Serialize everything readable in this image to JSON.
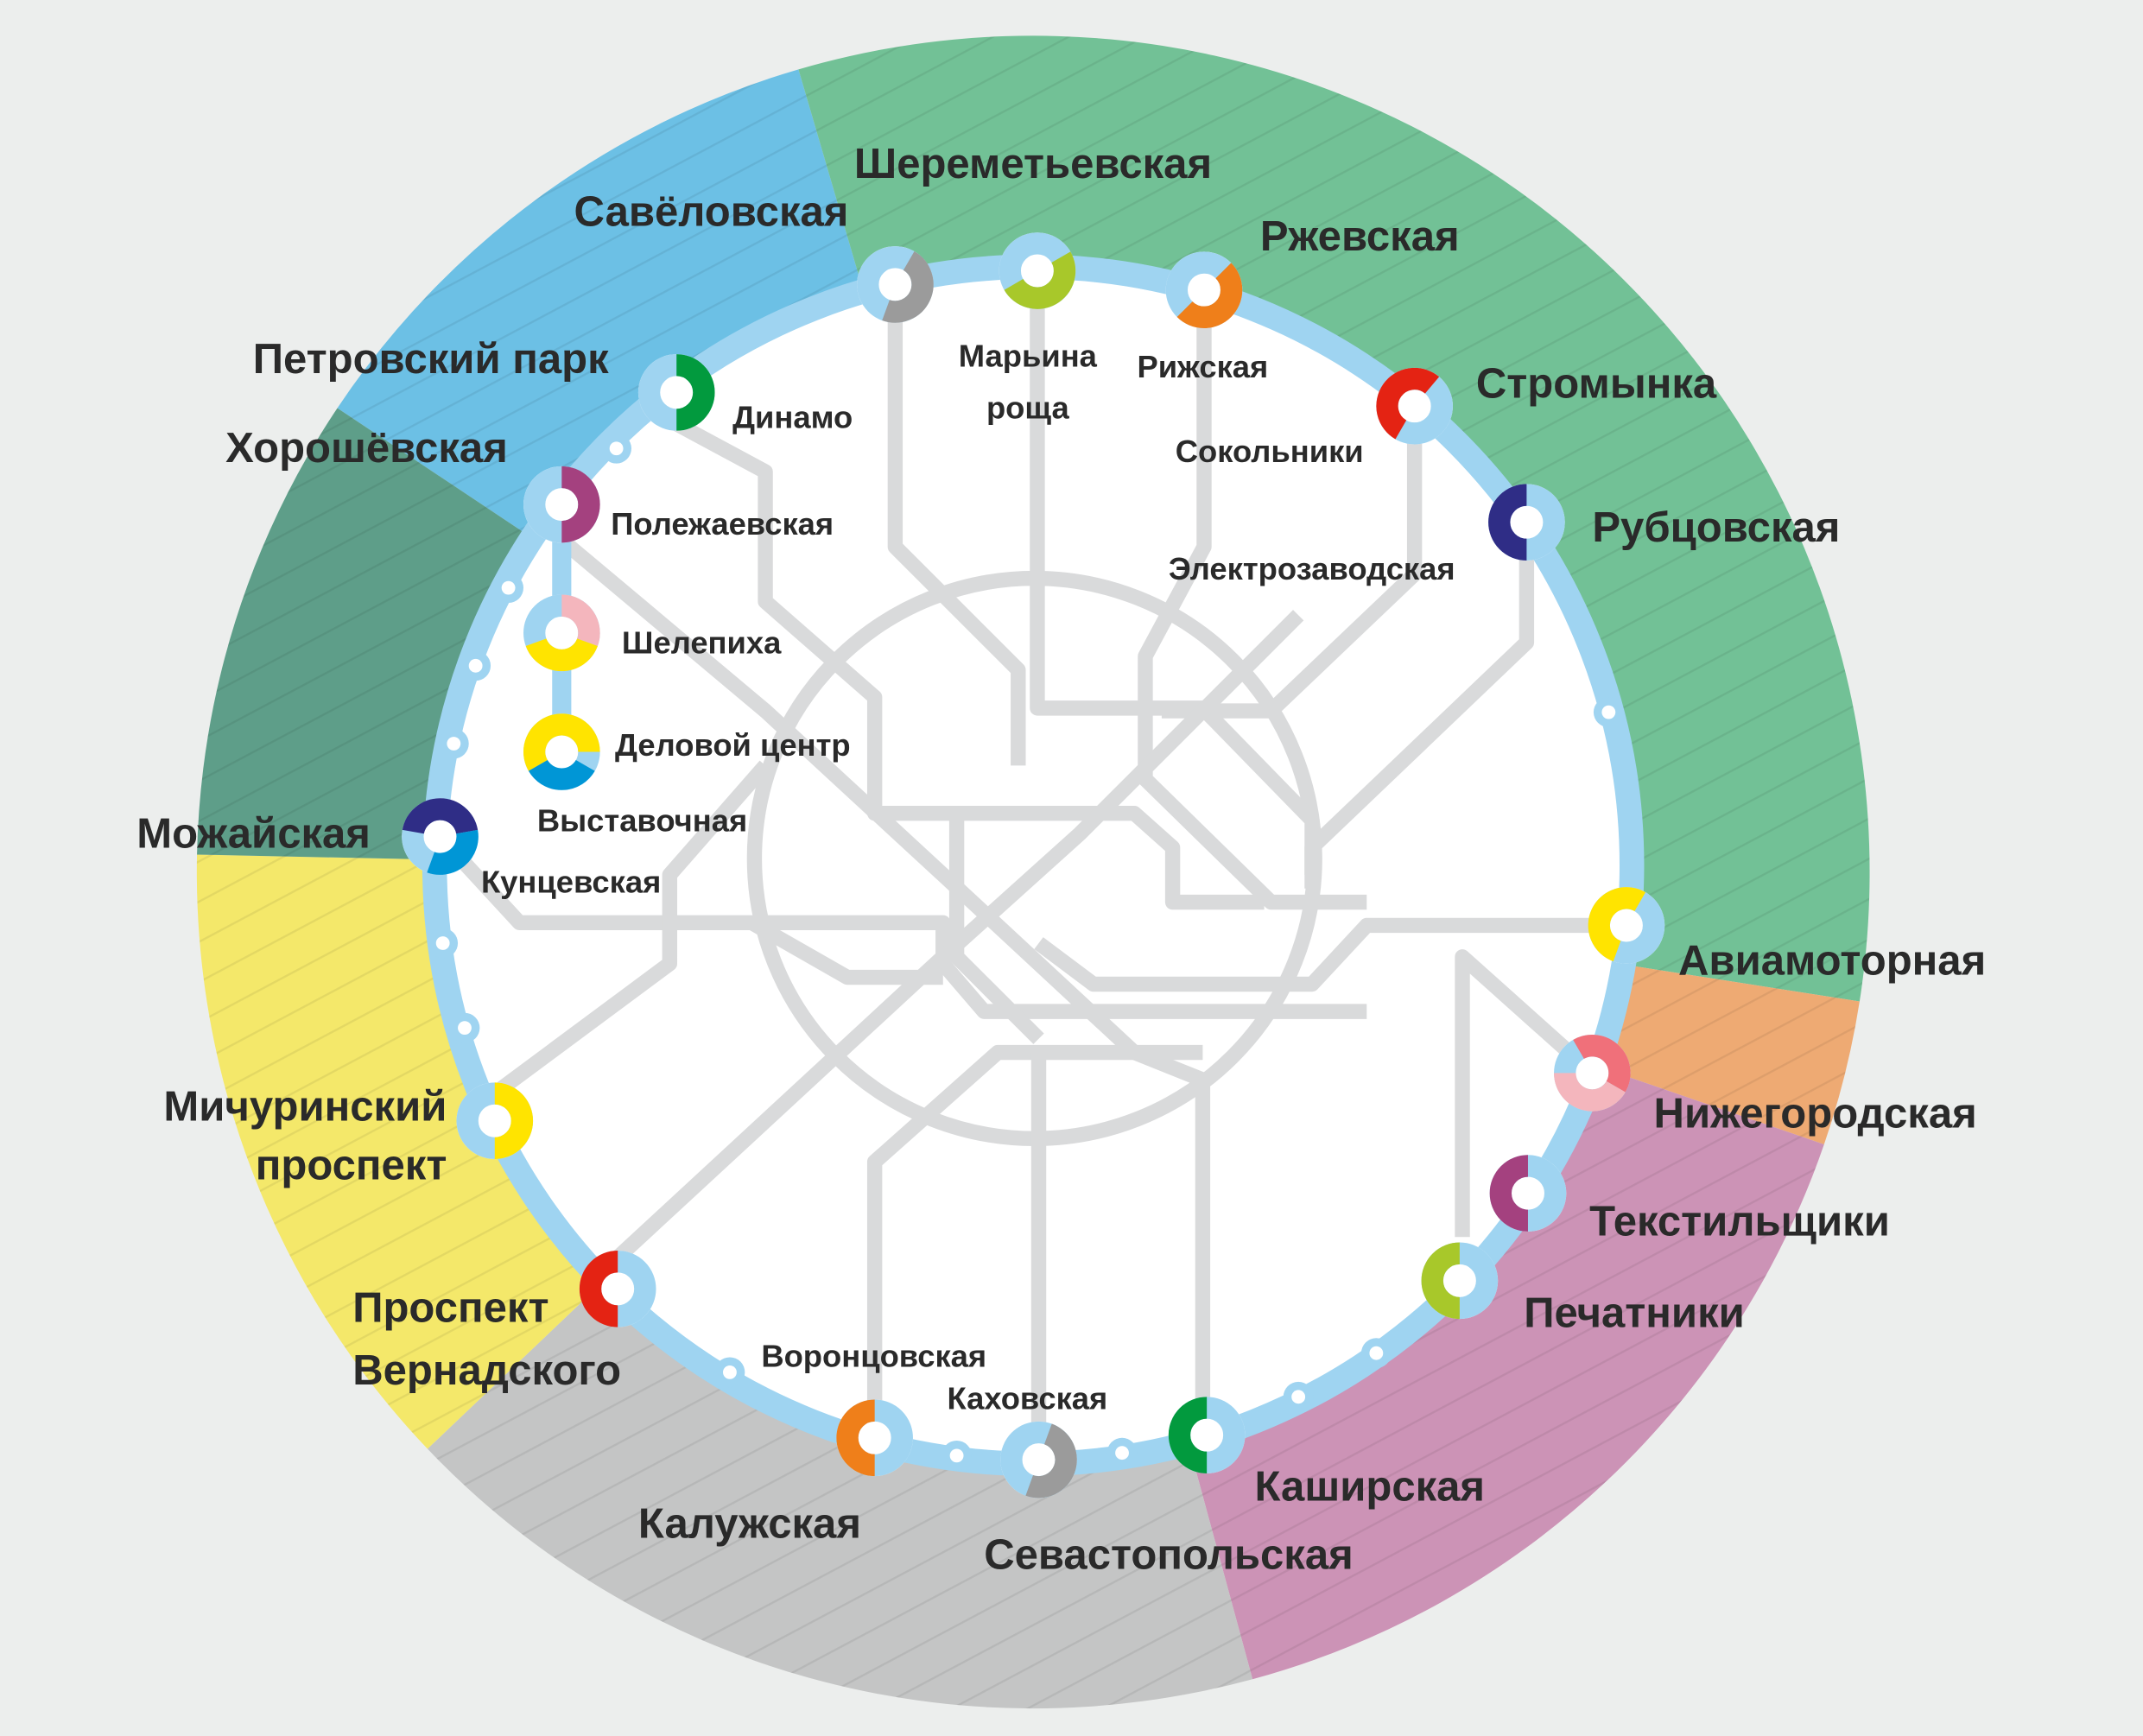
{
  "colors": {
    "background": "#eceeed",
    "ring": "#9fd4f1",
    "network": "#d9dadb",
    "sectors": [
      "#6cc0e5",
      "#72c196",
      "#eeaa73",
      "#cc93b6",
      "#c4c5c5",
      "#f4e86a",
      "#5e9e89"
    ]
  },
  "stations": [
    {
      "name": "Савёловская",
      "transfers": [],
      "colors": [
        "#9b9b9b"
      ]
    },
    {
      "name": "Шереметьевская",
      "transfers": [
        "Марьина",
        "роща"
      ],
      "colors": [
        "#a8c82a"
      ]
    },
    {
      "name": "Ржевская",
      "transfers": [
        "Рижская"
      ],
      "colors": [
        "#ef7f1a"
      ]
    },
    {
      "name": "Стромынка",
      "transfers": [
        "Сокольники"
      ],
      "colors": [
        "#e42313"
      ]
    },
    {
      "name": "Рубцовская",
      "transfers": [
        "Электрозаводская"
      ],
      "colors": [
        "#2f2d86"
      ]
    },
    {
      "name": "Авиамоторная",
      "transfers": [],
      "colors": [
        "#ffe400"
      ]
    },
    {
      "name": "Нижегородская",
      "transfers": [],
      "colors": [
        "#f0707a",
        "#f4b6bd"
      ]
    },
    {
      "name": "Текстильщики",
      "transfers": [],
      "colors": [
        "#a4417f"
      ]
    },
    {
      "name": "Печатники",
      "transfers": [],
      "colors": [
        "#a8c82a"
      ]
    },
    {
      "name": "Каширская",
      "transfers": [],
      "colors": [
        "#029a3e"
      ]
    },
    {
      "name": "Севастопольская",
      "transfers": [
        "Каховская"
      ],
      "colors": [
        "#9b9b9b"
      ]
    },
    {
      "name": "Калужская",
      "transfers": [
        "Воронцовская"
      ],
      "colors": [
        "#ef7f1a"
      ]
    },
    {
      "name": "Проспект Вернадского",
      "lines": [
        "Проспект",
        "Вернадского"
      ],
      "transfers": [],
      "colors": [
        "#e42313"
      ]
    },
    {
      "name": "Мичуринский проспект",
      "lines": [
        "Мичуринский",
        "проспект"
      ],
      "transfers": [],
      "colors": [
        "#ffe400"
      ]
    },
    {
      "name": "Можайская",
      "transfers": [
        "Кунцевская"
      ],
      "colors": [
        "#2f2d86",
        "#0096d6"
      ]
    },
    {
      "name": "Деловой центр",
      "transfers": [
        "Выставочная"
      ],
      "colors": [
        "#ffe400",
        "#0096d6"
      ]
    },
    {
      "name": "Шелепиха",
      "transfers": [],
      "colors": [
        "#f4b6bd",
        "#ffe400"
      ]
    },
    {
      "name": "Хорошёвская",
      "transfers": [
        "Полежаевская"
      ],
      "colors": [
        "#a4417f"
      ]
    },
    {
      "name": "Петровский парк",
      "transfers": [
        "Динамо"
      ],
      "colors": [
        "#029a3e"
      ]
    }
  ]
}
